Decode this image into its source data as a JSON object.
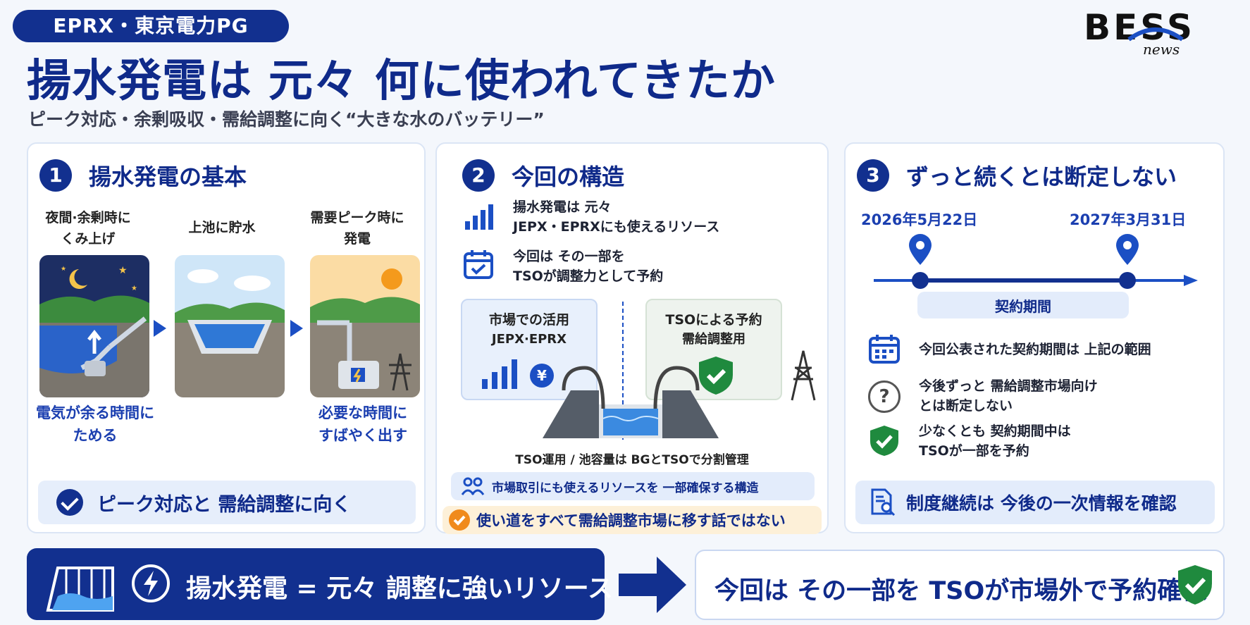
{
  "header": {
    "tag": "EPRX・東京電力PG",
    "logo_word": "BESS",
    "logo_sub": "news",
    "title": "揚水発電は 元々 何に使われてきたか",
    "subtitle": "ピーク対応・余剰吸収・需給調整に向く“大きな水のバッテリー”"
  },
  "panel1": {
    "number": "1",
    "title": "揚水発電の基本",
    "steps": [
      {
        "label_line1": "夜間·余剰時に",
        "label_line2": "くみ上げ"
      },
      {
        "label_line1": "上池に貯水",
        "label_line2": ""
      },
      {
        "label_line1": "需要ピーク時に",
        "label_line2": "発電"
      }
    ],
    "caption_left_1": "電気が余る時間に",
    "caption_left_2": "ためる",
    "caption_right_1": "必要な時間に",
    "caption_right_2": "すばやく出す",
    "footer": "ピーク対応と 需給調整に向く"
  },
  "panel2": {
    "number": "2",
    "title": "今回の構造",
    "row1_line1": "揚水発電は 元々",
    "row1_line2": "JEPX・EPRXにも使えるリソース",
    "row2_line1": "今回は その一部を",
    "row2_line2": "TSOが調整力として予約",
    "card_market_title": "市場での活用",
    "card_market_sub": "JEPX·EPRX",
    "card_tso_title": "TSOによる予約",
    "card_tso_sub": "需給調整用",
    "yen": "¥",
    "caption": "TSO運用 / 池容量は BGとTSOで分割管理",
    "pill_blue": "市場取引にも使えるリソースを 一部確保する構造",
    "pill_orange": "使い道をすべて需給調整市場に移す話ではない"
  },
  "panel3": {
    "number": "3",
    "title": "ずっと続くとは断定しない",
    "date_start": "2026年5月22日",
    "date_end": "2027年3月31日",
    "period_label": "契約期間",
    "item1": "今回公表された契約期間は 上記の範囲",
    "item2_line1": "今後ずっと 需給調整市場向け",
    "item2_line2": "とは断定しない",
    "item3_line1": "少なくとも 契約期間中は",
    "item3_line2": "TSOが一部を予約",
    "question": "?",
    "footer": "制度継続は 今後の一次情報を確認"
  },
  "bottom": {
    "left": "揚水発電 = 元々 調整に強いリソース",
    "right": "今回は その一部を TSOが市場外で予約確保"
  },
  "colors": {
    "navy": "#12308f",
    "accent_blue": "#1b4fc4",
    "green": "#1f8a3e",
    "orange": "#f08a1c"
  }
}
